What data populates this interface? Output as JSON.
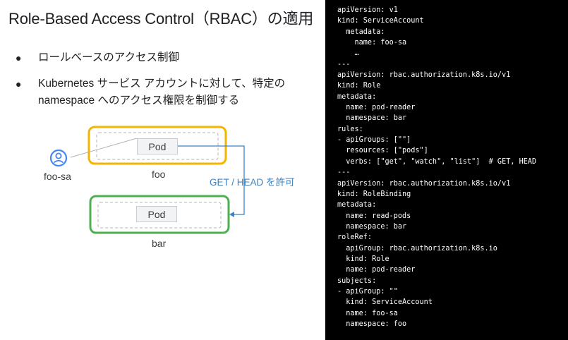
{
  "slide": {
    "title": "Role-Based Access Control（RBAC）の適用",
    "bullets": [
      "ロールベースのアクセス制御",
      "Kubernetes サービス アカウントに対して、特定の namespace へのアクセス権限を制御する"
    ],
    "bullet_marker": "●"
  },
  "diagram": {
    "user_label": "foo-sa",
    "namespace_foo": {
      "label": "foo",
      "pod_label": "Pod",
      "color": "#f4b400"
    },
    "namespace_bar": {
      "label": "bar",
      "pod_label": "Pod",
      "color": "#4caf50"
    },
    "arrow_label": "GET / HEAD を許可",
    "arrow_color": "#3b82c4",
    "user_icon": "person-circle-icon",
    "user_icon_color": "#4285f4"
  },
  "code": {
    "lines": [
      "apiVersion: v1",
      "kind: ServiceAccount",
      "  metadata:",
      "    name: foo-sa",
      "    …",
      "---",
      "apiVersion: rbac.authorization.k8s.io/v1",
      "kind: Role",
      "metadata:",
      "  name: pod-reader",
      "  namespace: bar",
      "rules:",
      "- apiGroups: [\"\"]",
      "  resources: [\"pods\"]",
      "  verbs: [\"get\", \"watch\", \"list\"]  # GET, HEAD",
      "---",
      "apiVersion: rbac.authorization.k8s.io/v1",
      "kind: RoleBinding",
      "metadata:",
      "  name: read-pods",
      "  namespace: bar",
      "roleRef:",
      "  apiGroup: rbac.authorization.k8s.io",
      "  kind: Role",
      "  name: pod-reader",
      "subjects:",
      "- apiGroup: \"\"",
      "  kind: ServiceAccount",
      "  name: foo-sa",
      "  namespace: foo"
    ]
  }
}
